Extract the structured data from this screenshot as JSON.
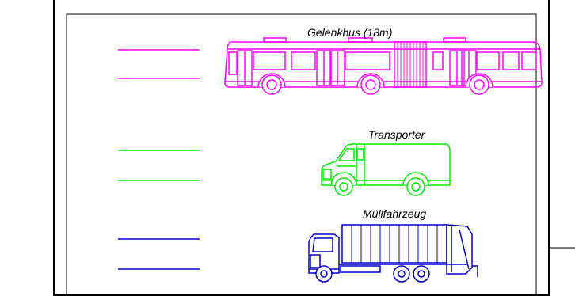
{
  "vehicles": [
    {
      "label": "Gelenkbus (18m)",
      "color": "#ff00ff",
      "icon": "articulated-bus-icon"
    },
    {
      "label": "Transporter",
      "color": "#00ee00",
      "icon": "van-icon"
    },
    {
      "label": "Müllfahrzeug",
      "color": "#0000cc",
      "icon": "garbage-truck-icon"
    }
  ]
}
